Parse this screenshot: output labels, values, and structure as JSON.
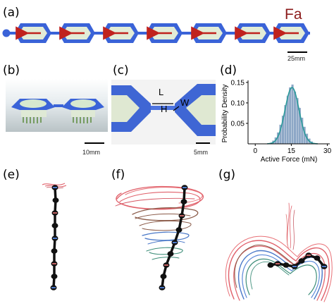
{
  "panels": {
    "a": {
      "label": "(a)",
      "force_label": "Fa",
      "scale": "25mm"
    },
    "b": {
      "label": "(b)",
      "scale": "10mm"
    },
    "c": {
      "label": "(c)",
      "dim_L": "L",
      "dim_H": "H",
      "dim_W": "W",
      "scale": "5mm"
    },
    "d": {
      "label": "(d)"
    },
    "e": {
      "label": "(e)"
    },
    "f": {
      "label": "(f)"
    },
    "g": {
      "label": "(g)"
    }
  },
  "colors": {
    "module_blue": "#3a63d8",
    "module_fill": "#e2ecd7",
    "arrow_red": "#c0221e",
    "force_red": "#8b1a1a",
    "hist_fill": "#8da7c6",
    "fit_line": "#2a9a9a",
    "trace_red": "#e0606a",
    "trace_brown": "#8a5a48",
    "trace_blue": "#4a78c8",
    "trace_green": "#3f8f7a"
  },
  "chart_data": {
    "type": "bar",
    "xlabel": "Active Force (mN)",
    "ylabel": "Probability Density",
    "xlim": [
      -3,
      31
    ],
    "ylim": [
      0,
      0.155
    ],
    "xticks": [
      "0",
      "15",
      "30"
    ],
    "yticks": [
      "0.05",
      "0.10",
      "0.15"
    ],
    "bin_centers": [
      6.5,
      7.5,
      8.5,
      9.5,
      10.5,
      11.5,
      12.5,
      13.5,
      14.5,
      15.5,
      16.5,
      17.5,
      18.5,
      19.5,
      20.5,
      21.5,
      22.5,
      23.5,
      24.5
    ],
    "values": [
      0.003,
      0.008,
      0.016,
      0.028,
      0.047,
      0.069,
      0.095,
      0.118,
      0.138,
      0.145,
      0.128,
      0.112,
      0.088,
      0.064,
      0.042,
      0.025,
      0.013,
      0.006,
      0.002
    ],
    "fit": {
      "mean": 15.3,
      "std": 2.9
    }
  }
}
